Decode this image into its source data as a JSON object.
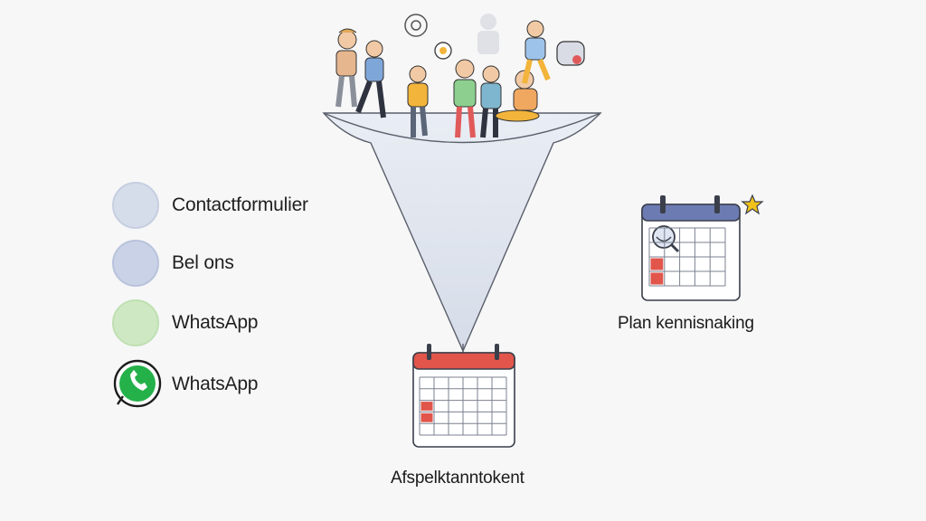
{
  "contact_options": [
    {
      "label": "Contactformulier",
      "icon": "person-icon"
    },
    {
      "label": "Bel ons",
      "icon": "phone-person-icon"
    },
    {
      "label": "WhatsApp",
      "icon": "whatsapp-icon"
    },
    {
      "label": "WhatsApp",
      "icon": "whatsapp-icon"
    }
  ],
  "funnel": {
    "top_label": "",
    "bottom_label": "Afspelktanntokent"
  },
  "plan": {
    "label": "Plan kennisnaking",
    "icon": "calendar-search-icon",
    "badge_icon": "star-icon"
  },
  "colors": {
    "calendar_header_red": "#e1554a",
    "calendar_header_blue": "#6d7bb3",
    "funnel_fill": "#dde2ec",
    "whatsapp_green": "#25b14a",
    "star_yellow": "#f2c21b"
  }
}
